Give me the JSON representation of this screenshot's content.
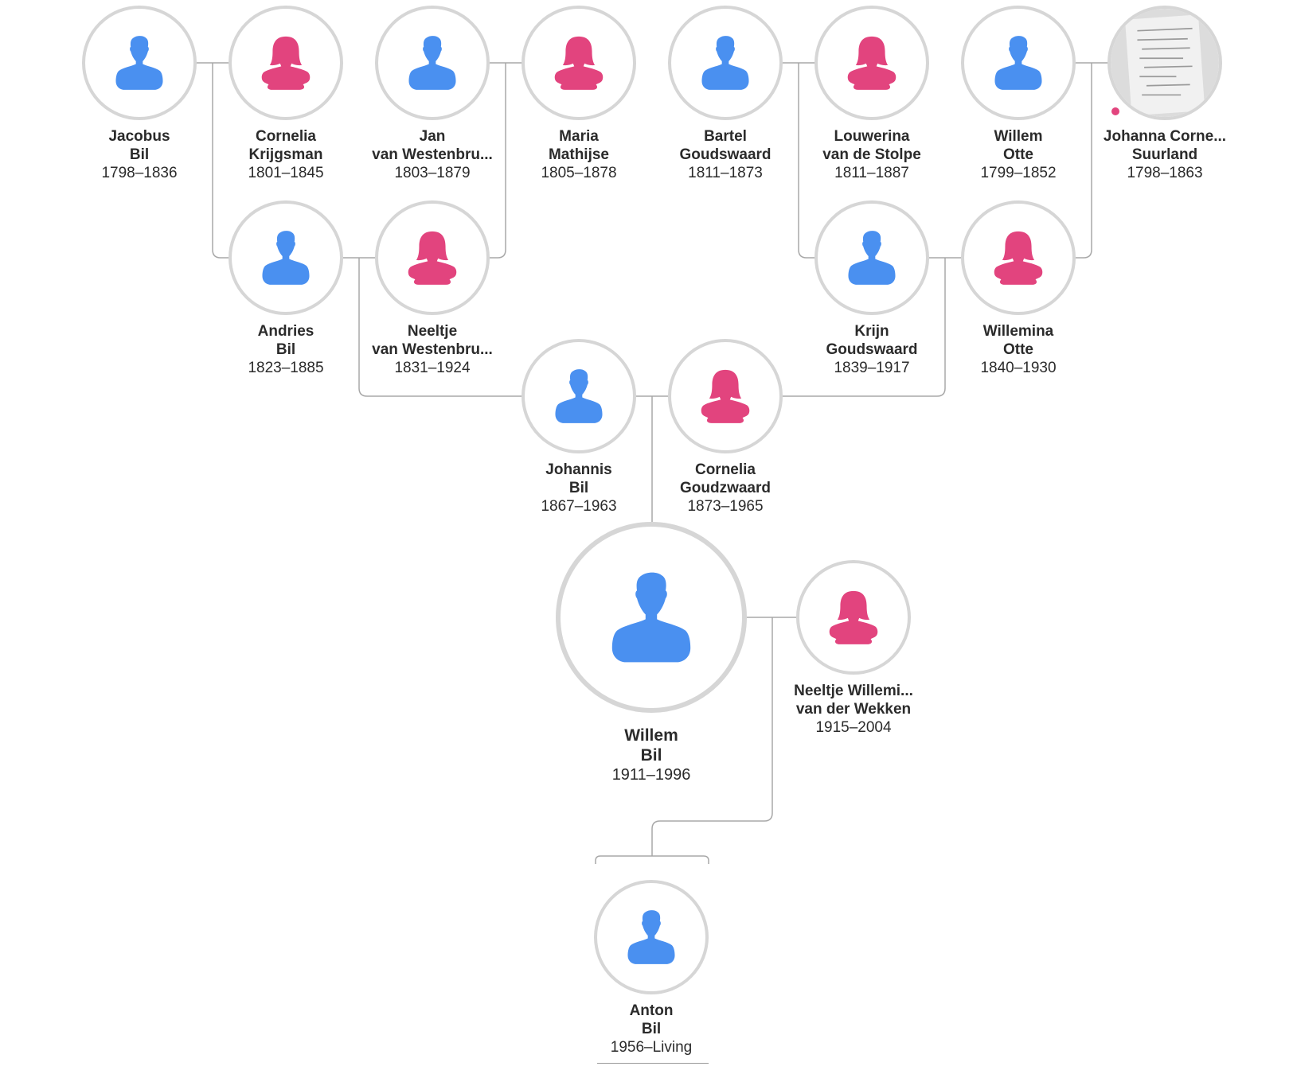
{
  "colors": {
    "male": "#4a90f0",
    "female": "#e2447e",
    "ring": "#d6d6d6",
    "line": "#a8a8a8"
  },
  "people": {
    "jacobus": {
      "first": "Jacobus",
      "last": "Bil",
      "years": "1798–1836",
      "sex": "male",
      "icon": "male-silhouette-icon"
    },
    "cornelia_k": {
      "first": "Cornelia",
      "last": "Krijgsman",
      "years": "1801–1845",
      "sex": "female",
      "icon": "female-silhouette-icon"
    },
    "jan": {
      "first": "Jan",
      "last": "van Westenbru...",
      "years": "1803–1879",
      "sex": "male",
      "icon": "male-silhouette-icon"
    },
    "maria": {
      "first": "Maria",
      "last": "Mathijse",
      "years": "1805–1878",
      "sex": "female",
      "icon": "female-silhouette-icon"
    },
    "bartel": {
      "first": "Bartel",
      "last": "Goudswaard",
      "years": "1811–1873",
      "sex": "male",
      "icon": "male-silhouette-icon"
    },
    "louwerina": {
      "first": "Louwerina",
      "last": "van de Stolpe",
      "years": "1811–1887",
      "sex": "female",
      "icon": "female-silhouette-icon"
    },
    "willem_o": {
      "first": "Willem",
      "last": "Otte",
      "years": "1799–1852",
      "sex": "male",
      "icon": "male-silhouette-icon"
    },
    "johanna": {
      "first": "Johanna Corne...",
      "last": "Suurland",
      "years": "1798–1863",
      "sex": "female",
      "icon": "document-photo-icon"
    },
    "andries": {
      "first": "Andries",
      "last": "Bil",
      "years": "1823–1885",
      "sex": "male",
      "icon": "male-silhouette-icon"
    },
    "neeltje_w": {
      "first": "Neeltje",
      "last": "van Westenbru...",
      "years": "1831–1924",
      "sex": "female",
      "icon": "female-silhouette-icon"
    },
    "krijn": {
      "first": "Krijn",
      "last": "Goudswaard",
      "years": "1839–1917",
      "sex": "male",
      "icon": "male-silhouette-icon"
    },
    "willemina": {
      "first": "Willemina",
      "last": "Otte",
      "years": "1840–1930",
      "sex": "female",
      "icon": "female-silhouette-icon"
    },
    "johannis": {
      "first": "Johannis",
      "last": "Bil",
      "years": "1867–1963",
      "sex": "male",
      "icon": "male-silhouette-icon"
    },
    "cornelia_g": {
      "first": "Cornelia",
      "last": "Goudzwaard",
      "years": "1873–1965",
      "sex": "female",
      "icon": "female-silhouette-icon"
    },
    "willem_b": {
      "first": "Willem",
      "last": "Bil",
      "years": "1911–1996",
      "sex": "male",
      "icon": "male-silhouette-icon"
    },
    "neeltje_v": {
      "first": "Neeltje Willemi...",
      "last": "van der Wekken",
      "years": "1915–2004",
      "sex": "female",
      "icon": "female-silhouette-icon"
    },
    "anton": {
      "first": "Anton",
      "last": "Bil",
      "years": "1956–Living",
      "sex": "male",
      "icon": "male-silhouette-icon"
    }
  }
}
